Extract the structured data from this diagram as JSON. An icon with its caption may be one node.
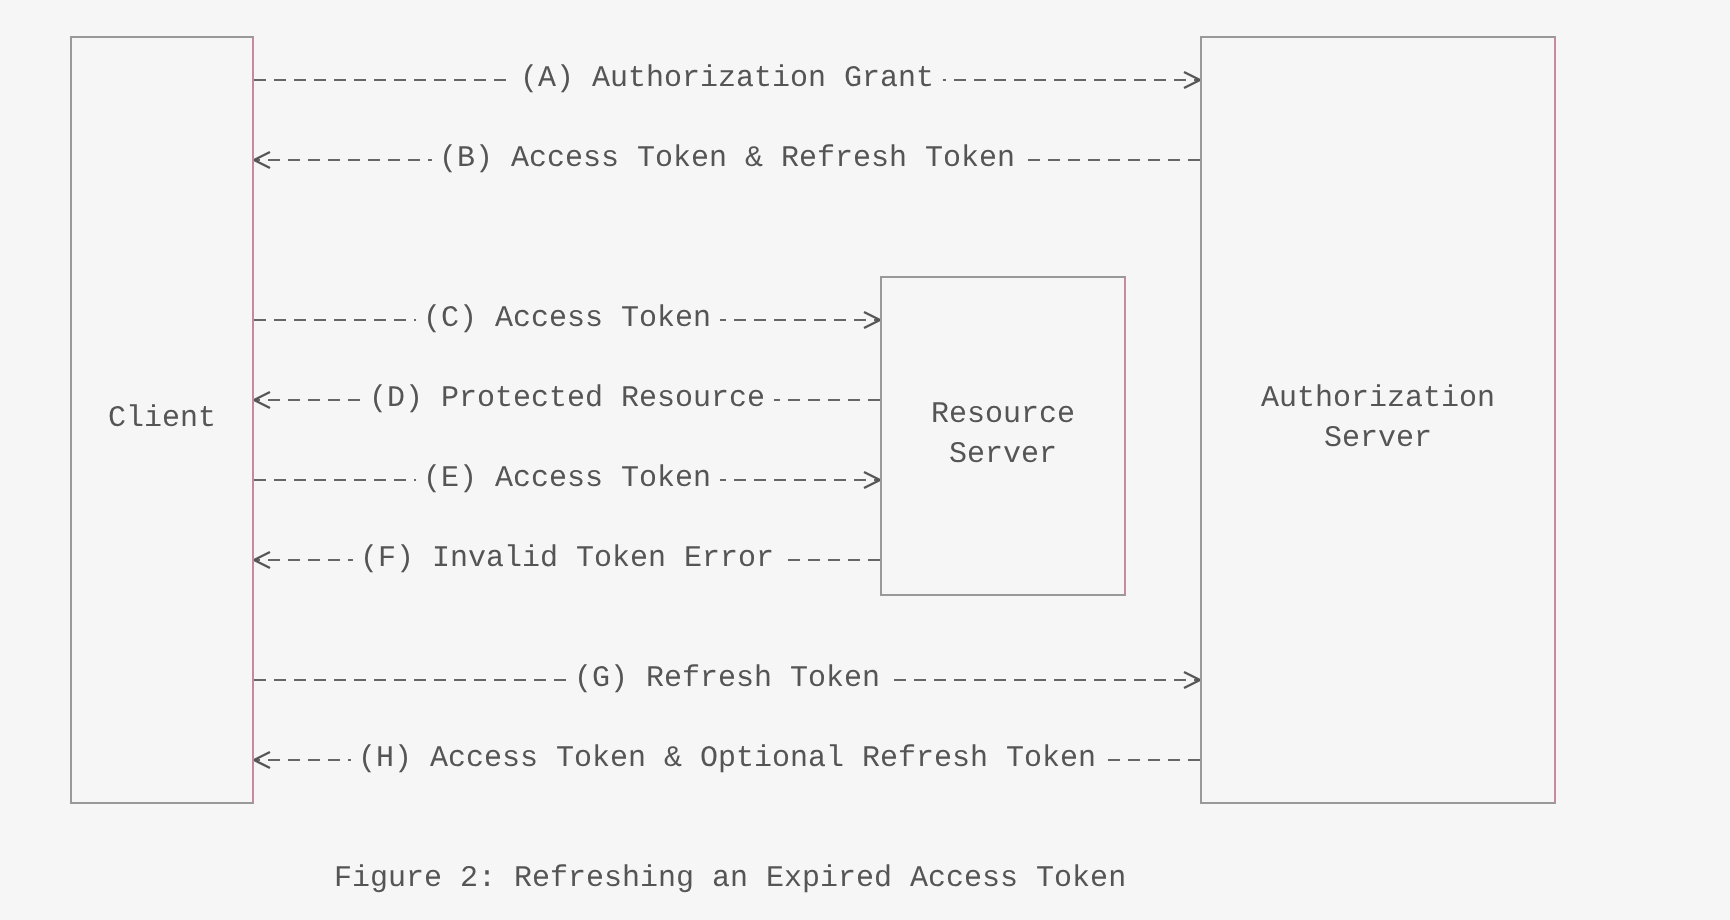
{
  "diagram": {
    "caption": "Figure 2: Refreshing an Expired Access Token",
    "nodes": [
      {
        "text": [
          "Client"
        ]
      },
      {
        "text": [
          "Resource Server"
        ]
      },
      {
        "text": [
          "Authorization Server"
        ]
      }
    ],
    "edges": [
      {
        "from": 0,
        "to": 2,
        "arrow": "to",
        "label": "(A) Authorization Grant"
      },
      {
        "from": 2,
        "to": 0,
        "arrow": "to",
        "label": "(B) Access Token & Refresh Token"
      },
      {
        "from": 0,
        "to": 1,
        "arrow": "to",
        "label": "(C) Access Token"
      },
      {
        "from": 1,
        "to": 0,
        "arrow": "to",
        "label": "(D) Protected Resource"
      },
      {
        "from": 0,
        "to": 1,
        "arrow": "to",
        "label": "(E) Access Token"
      },
      {
        "from": 1,
        "to": 0,
        "arrow": "to",
        "label": "(F) Invalid Token Error"
      },
      {
        "from": 0,
        "to": 2,
        "arrow": "to",
        "label": "(G) Refresh Token"
      },
      {
        "from": 2,
        "to": 0,
        "arrow": "to",
        "label": "(H) Access Token & Optional Refresh Token"
      }
    ]
  }
}
